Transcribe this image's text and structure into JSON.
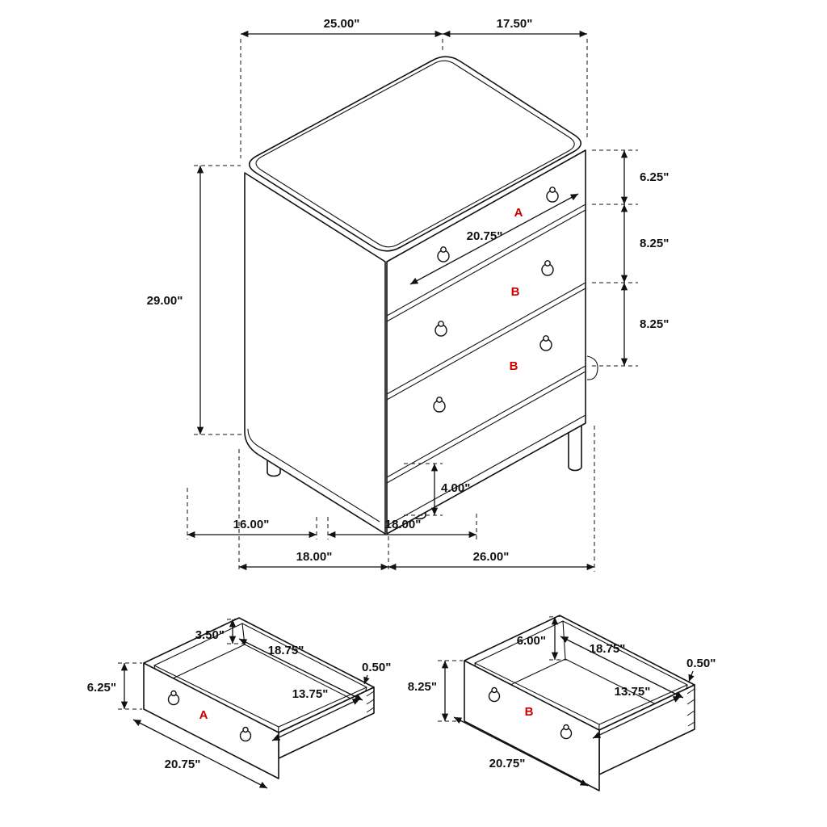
{
  "colors": {
    "line": "#111111",
    "drawer_label": "#cc0000",
    "background": "#ffffff"
  },
  "chest": {
    "dims": {
      "body_width": "25.00\"",
      "body_depth": "17.50\"",
      "height": "29.00\"",
      "top_drawer_height": "6.25\"",
      "middle_drawer_height": "8.25\"",
      "bottom_drawer_height": "8.25\"",
      "drawer_front_width": "20.75\"",
      "leg_height": "4.00\"",
      "leg_spacing_depth": "16.00\"",
      "leg_spacing_width": "18.00\"",
      "overall_depth": "18.00\"",
      "overall_width": "26.00\""
    },
    "drawer_labels": {
      "top": "A",
      "middle": "B",
      "bottom": "B"
    }
  },
  "drawer_a": {
    "label": "A",
    "dims": {
      "side_height": "3.50\"",
      "interior_width": "18.75\"",
      "wall_thickness": "0.50\"",
      "interior_depth": "13.75\"",
      "front_height": "6.25\"",
      "overall_width": "20.75\""
    }
  },
  "drawer_b": {
    "label": "B",
    "dims": {
      "side_height": "6.00\"",
      "interior_width": "18.75\"",
      "wall_thickness": "0.50\"",
      "interior_depth": "13.75\"",
      "front_height": "8.25\"",
      "overall_width": "20.75\""
    }
  }
}
